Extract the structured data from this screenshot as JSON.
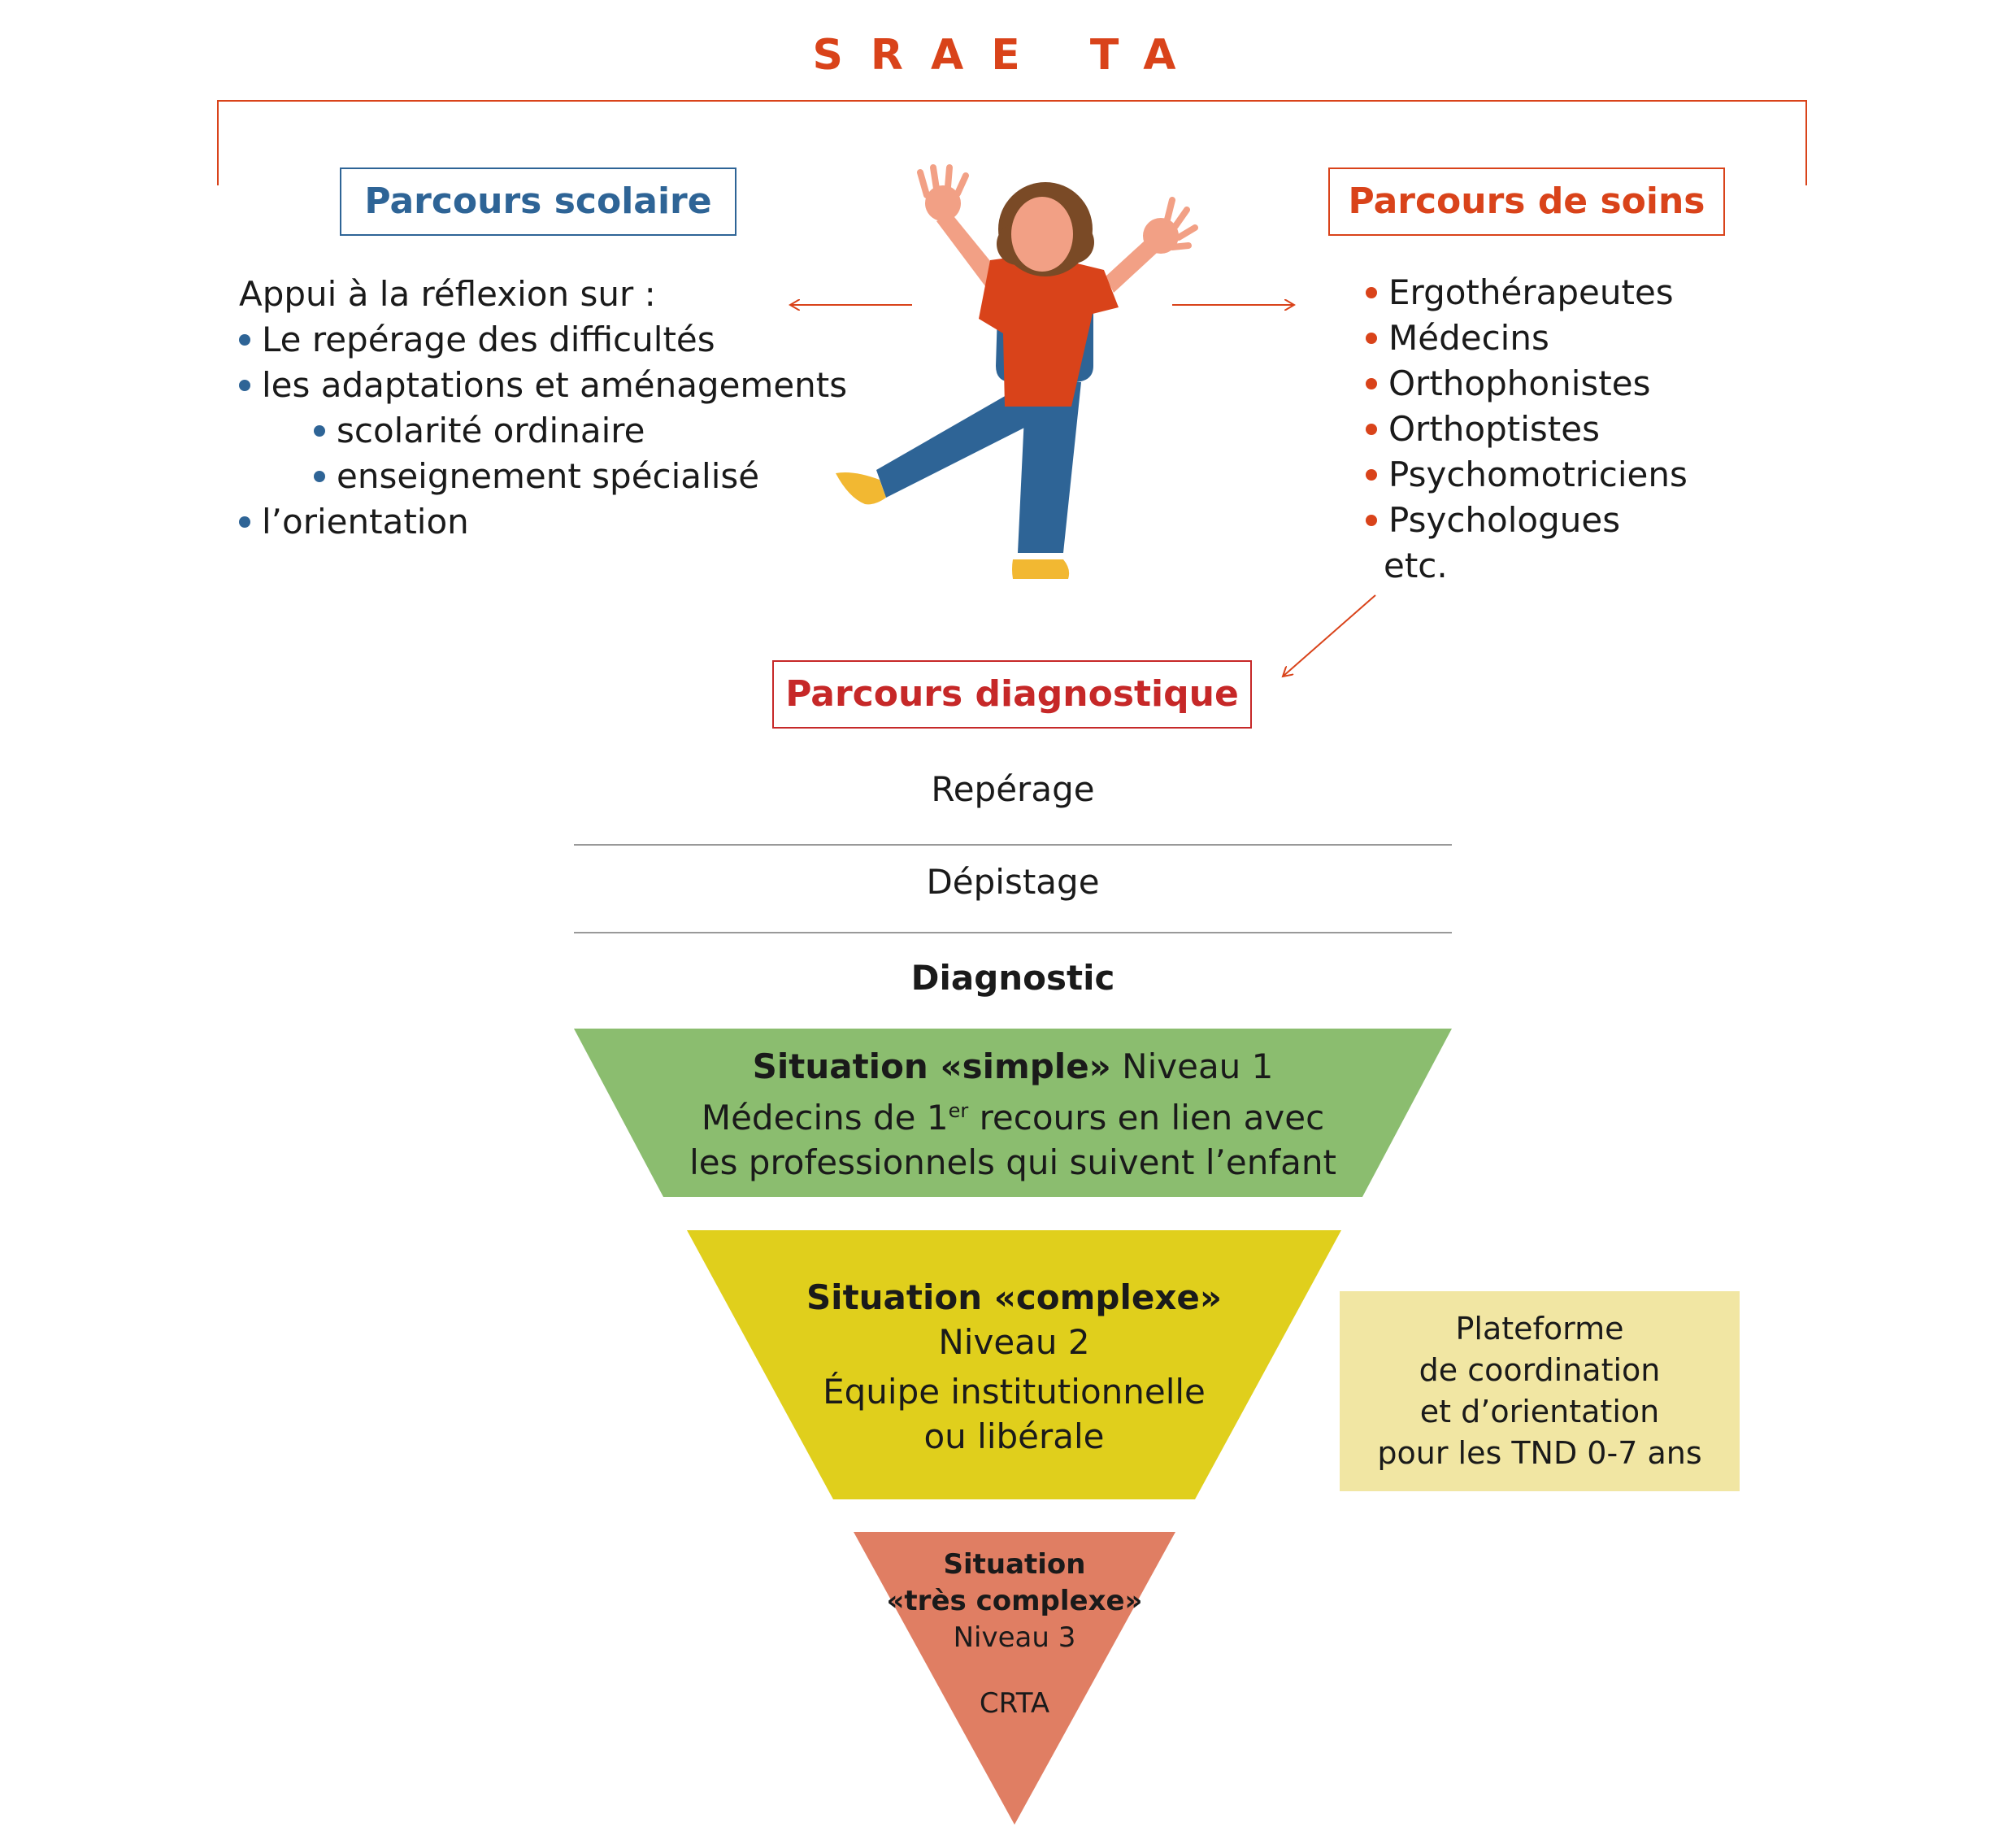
{
  "title": "SRAE TA",
  "colors": {
    "accent_orange": "#d9431a",
    "scolaire_blue": "#2e6496",
    "diagnostic_red": "#c62828",
    "level1_green": "#8bbd6f",
    "level2_yellow": "#e0cf1c",
    "level3_salmon": "#e07e63",
    "platform_bg": "#f1e6a3"
  },
  "scolaire": {
    "heading": "Parcours scolaire",
    "intro": "Appui à la réflexion sur :",
    "items": [
      "Le repérage des difficultés",
      "les adaptations et aménagements",
      "scolarité ordinaire",
      "enseignement spécialisé",
      "l’orientation"
    ]
  },
  "soins": {
    "heading": "Parcours de soins",
    "items": [
      "Ergothérapeutes",
      "Médecins",
      "Orthophonistes",
      "Orthoptistes",
      "Psychomotriciens",
      "Psychologues"
    ],
    "etc": "etc."
  },
  "diagnostique": {
    "heading": "Parcours diagnostique",
    "steps": [
      "Repérage",
      "Dépistage",
      "Diagnostic"
    ]
  },
  "niveau1": {
    "bold": "Situation «simple»",
    "level": " Niveau 1",
    "line2_pre": "Médecins de 1",
    "line2_sup": "er",
    "line2_post": " recours en lien avec",
    "line3": "les professionnels qui suivent l’enfant"
  },
  "niveau2": {
    "bold": "Situation «complexe»",
    "level": "Niveau 2",
    "line3": "Équipe institutionnelle",
    "line4": "ou libérale"
  },
  "niveau3": {
    "bold1": "Situation",
    "bold2": "«très complexe»",
    "level": "Niveau 3",
    "name": "CRTA"
  },
  "platform": {
    "lines": [
      "Plateforme",
      "de coordination",
      "et d’orientation",
      "pour les TND 0-7 ans"
    ]
  }
}
